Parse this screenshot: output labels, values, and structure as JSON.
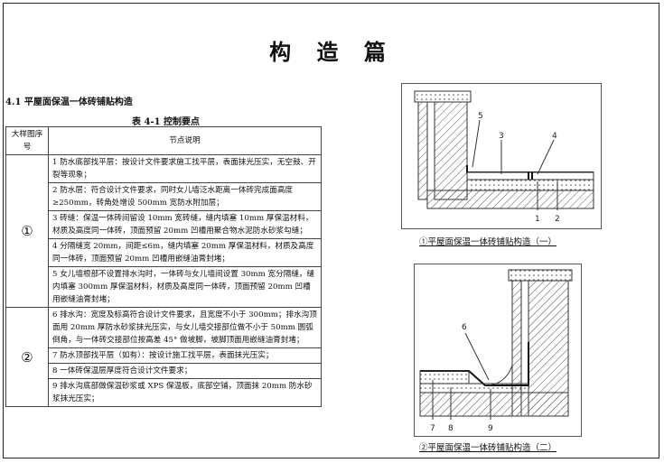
{
  "page": {
    "title": "构 造 篇"
  },
  "section": {
    "heading": "4.1 平屋面保温一体砖铺贴构造"
  },
  "table": {
    "caption": "表 4-1  控制要点",
    "headers": [
      "大样图序号",
      "节点说明"
    ],
    "groups": [
      {
        "id": "①",
        "rows": [
          "1 防水底部找平层：按设计文件要求施工找平层，表面抹光压实，无空鼓、开裂等现象；",
          "2 防水层：符合设计文件要求，同时女儿墙泛水距离一体砖完成面高度≥250mm，转角处增设 500mm 宽防水附加层；",
          "3 砖缝：保温一体砖间留设 10mm 宽砖缝，缝内填塞 10mm 厚保温材料，材质及高度同一体砖，顶面预留 20mm 凹槽用聚合物水泥防水砂浆勾缝；",
          "4 分隔缝宽 20mm，间距≤6m，缝内填塞 20mm 厚保温材料，材质及高度同一体砖，顶面预留 20mm 凹槽用嵌缝油膏封堵；",
          "5 女儿墙根部不设置排水沟时，一体砖与女儿墙间设置 30mm 宽分隔缝，缝内填塞 300mm 厚保温材料，材质及高度同一体砖，顶面预留 20mm 凹槽用嵌缝油膏封堵；"
        ]
      },
      {
        "id": "②",
        "rows": [
          "6 排水沟：宽度及标高符合设计文件要求，且宽度不小于 300mm；排水沟顶面用 20mm 厚防水砂浆抹光压实，与女儿墙交接部位做不小于 50mm 圆弧倒角，与一体砖交接部位按高差 45° 做坡脚，坡脚顶面用嵌缝油膏封堵；",
          "7 防水顶部找平层（如有）：按设计施工找平层，表面抹光压实；",
          "8 一体砖保温层厚度符合设计文件要求；",
          "9 排水沟底部做保温砂浆或 XPS 保温板，底部空铺，顶面抹 20mm 防水砂浆抹光压实；"
        ]
      }
    ]
  },
  "figures": [
    {
      "caption": "①平屋面保温一体砖铺贴构造（一）",
      "labels": [
        "5",
        "3",
        "4",
        "1",
        "2"
      ]
    },
    {
      "caption": "②平屋面保温一体砖铺贴构造（二）",
      "labels": [
        "6",
        "7",
        "8",
        "9"
      ]
    }
  ]
}
